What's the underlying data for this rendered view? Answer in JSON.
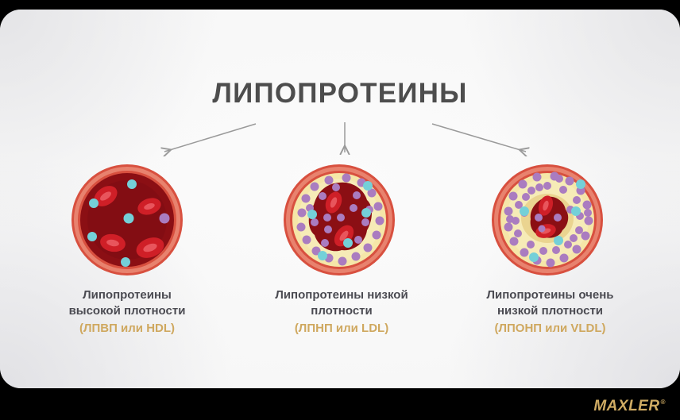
{
  "title": "ЛИПОПРОТЕИНЫ",
  "colors": {
    "title_text": "#4d4d4d",
    "caption_text": "#4b4b52",
    "accent_gold": "#cfa85f",
    "vessel_wall": "#e8826e",
    "vessel_wall_edge": "#d8503f",
    "blood_dark_red": "#8b0f14",
    "rbc_red": "#cf1f27",
    "plaque_yellow": "#f5e6a8",
    "dot_purple": "#aa7cc0",
    "dot_cyan": "#74d0d8",
    "card_background": "#f7f7f7",
    "page_background": "#000000",
    "arrow_gray": "#9a9a9a",
    "logo_gold": "#cfab63"
  },
  "arrows": [
    {
      "name": "arrow-to-hdl",
      "direction": "down-left"
    },
    {
      "name": "arrow-to-ldl",
      "direction": "down"
    },
    {
      "name": "arrow-to-vldl",
      "direction": "down-right"
    }
  ],
  "items": [
    {
      "id": "hdl",
      "caption_line1": "Липопротеины",
      "caption_line2": "высокой плотности",
      "caption_abbr": "(ЛПВП или HDL)",
      "illustration": {
        "type": "blood-vessel-cross-section",
        "plaque": "none",
        "lumen": "wide-open",
        "red_blood_cells": 4,
        "cyan_dots": 5,
        "purple_dots": 1
      }
    },
    {
      "id": "ldl",
      "caption_line1": "Липопротеины низкой",
      "caption_line2": "плотности",
      "caption_abbr": "(ЛПНП или LDL)",
      "illustration": {
        "type": "blood-vessel-cross-section",
        "plaque": "moderate",
        "lumen": "narrowed",
        "red_blood_cells": 2,
        "cyan_dots": 5,
        "purple_dots": 30
      }
    },
    {
      "id": "vldl",
      "caption_line1": "Липопротеины очень",
      "caption_line2": "низкой плотности",
      "caption_abbr": "(ЛПОНП или VLDL)",
      "illustration": {
        "type": "blood-vessel-cross-section",
        "plaque": "severe",
        "lumen": "severely-narrowed",
        "red_blood_cells": 2,
        "cyan_dots": 5,
        "purple_dots": 38
      }
    }
  ],
  "logo": {
    "text": "MAXLER",
    "mark": "®"
  }
}
